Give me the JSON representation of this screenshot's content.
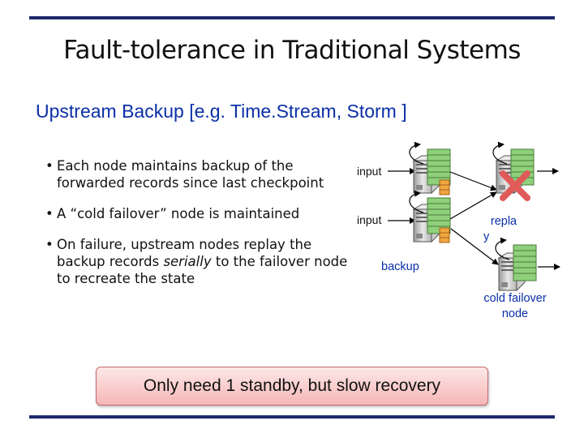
{
  "slide": {
    "title": "Fault-tolerance in Traditional Systems",
    "subtitle": "Upstream Backup [e.g. Time.Stream, Storm ]",
    "bullets": [
      "Each node maintains backup of the forwarded records since last checkpoint",
      "A “cold failover” node is maintained",
      "On failure, upstream nodes replay the backup records serially to the failover node to recreate the state"
    ],
    "bullet3_parts": {
      "before": "On failure, upstream nodes replay the backup records ",
      "emphasis": "serially",
      "after": " to the failover node to recreate the state"
    },
    "callout": "Only need 1 standby, but slow recovery"
  },
  "diagram": {
    "input_label_1": "input",
    "input_label_2": "input",
    "backup_label": "backup",
    "replay_label_line1": "repla",
    "replay_label_line2": "y",
    "failover_label_line1": "cold failover",
    "failover_label_line2": "node",
    "colors": {
      "title_rule": "#1f2a6b",
      "subtitle": "#0a2fa8",
      "arrow": "#000000",
      "failed_cross": "#e05a5a",
      "buffer_green": "#8fd07a",
      "backup_orange": "#f2a640",
      "callout_fill": "#f6b6b6"
    },
    "icons": [
      "server-icon",
      "buffer-icon",
      "self-loop-arrow-icon",
      "failure-cross-icon"
    ]
  }
}
